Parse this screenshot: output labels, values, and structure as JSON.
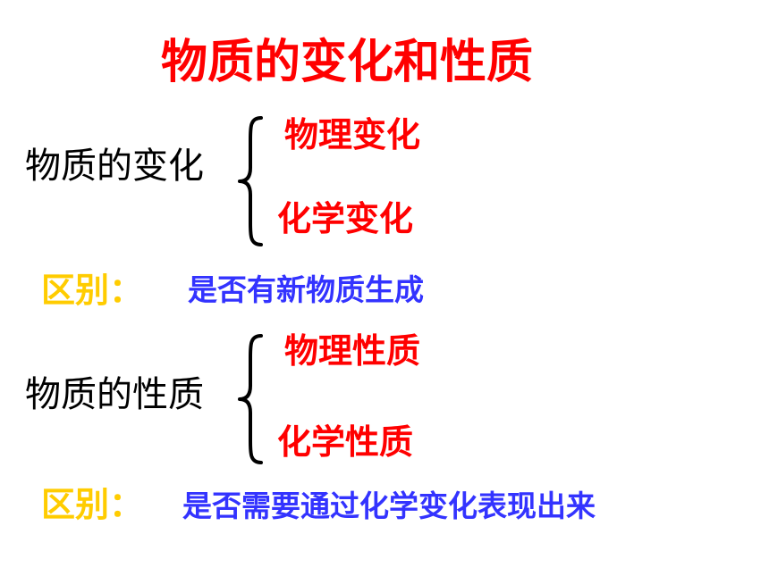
{
  "title": "物质的变化和性质",
  "change": {
    "label": "物质的变化",
    "branches": [
      "物理变化",
      "化学变化"
    ],
    "difference_label": "区别：",
    "difference_text": "是否有新物质生成"
  },
  "property": {
    "label": "物质的性质",
    "branches": [
      "物理性质",
      "化学性质"
    ],
    "difference_label": "区别：",
    "difference_text": "是否需要通过化学变化表现出来"
  },
  "colors": {
    "title": "#ff0000",
    "branch": "#ff0000",
    "difference_label": "#ffcc00",
    "difference_text": "#3333ff",
    "label": "#000000"
  }
}
